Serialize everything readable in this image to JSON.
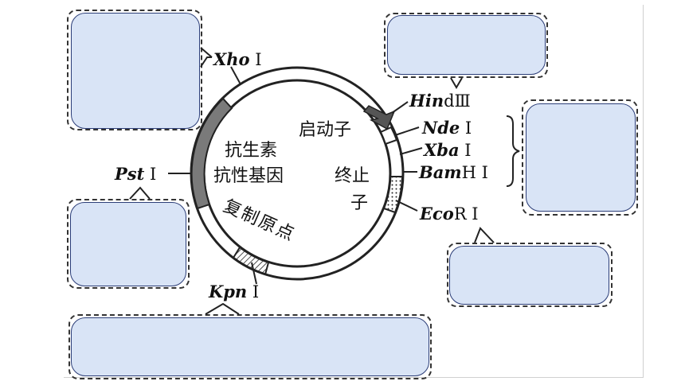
{
  "sites": {
    "xho": {
      "italic": "Xho",
      "roman": " Ⅰ"
    },
    "hind": {
      "italic": "Hin",
      "roman": "dⅢ"
    },
    "nde": {
      "italic": "Nde",
      "roman": " Ⅰ"
    },
    "xba": {
      "italic": "Xba",
      "roman": " Ⅰ"
    },
    "bamh": {
      "italic": "Bam",
      "roman": "H Ⅰ"
    },
    "ecor": {
      "italic": "Eco",
      "roman": "R Ⅰ"
    },
    "pst": {
      "italic": "Pst",
      "roman": " Ⅰ"
    },
    "kpn": {
      "italic": "Kpn",
      "roman": " Ⅰ"
    }
  },
  "regions": {
    "promoter": "启动子",
    "resistance_line1": "抗生素",
    "resistance_line2": "抗性基因",
    "terminator_line1": "终止",
    "terminator_line2": "子",
    "origin": "复制原点"
  },
  "colors": {
    "panel_fill": "#d9e4f6",
    "panel_border": "#2c3e78",
    "resistance_gene": "#7a7a7a",
    "promoter_arrow": "#555555"
  }
}
